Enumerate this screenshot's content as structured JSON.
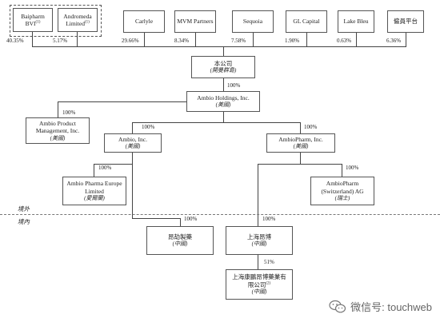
{
  "shareholders": [
    {
      "id": "baipharm",
      "name": "Baipharm BVI",
      "note": "(1)",
      "pct": "40.35%"
    },
    {
      "id": "andromeda",
      "name": "Andromeda Limited",
      "note": "(1)",
      "pct": "5.17%"
    },
    {
      "id": "carlyle",
      "name": "Carlyle",
      "pct": "29.66%"
    },
    {
      "id": "mvm",
      "name": "MVM Partners",
      "pct": "8.34%"
    },
    {
      "id": "sequoia",
      "name": "Sequoia",
      "pct": "7.58%"
    },
    {
      "id": "glcapital",
      "name": "GL Capital",
      "pct": "1.90%"
    },
    {
      "id": "lakebleu",
      "name": "Lake Bleu",
      "pct": "0.63%"
    },
    {
      "id": "esop",
      "name": "僱員平台",
      "pct": "6.36%"
    }
  ],
  "company": {
    "name": "本公司",
    "sub": "(開曼群島)"
  },
  "holdings": {
    "name": "Ambio Holdings, Inc.",
    "sub": "(美國)",
    "pct": "100%"
  },
  "product_mgmt": {
    "name": "Ambio Product Management, Inc.",
    "sub": "(美國)",
    "pct": "100%"
  },
  "ambio_inc": {
    "name": "Ambio, Inc.",
    "sub": "(美國)",
    "pct": "100%"
  },
  "ambiopharm_inc": {
    "name": "AmbioPharm, Inc.",
    "sub": "(美國)",
    "pct": "100%"
  },
  "europe": {
    "name": "Ambio Pharma Europe Limited",
    "sub": "(愛爾蘭)",
    "pct": "100%"
  },
  "swiss": {
    "name": "AmbioPharm (Switzerland) AG",
    "sub": "(瑞士)",
    "pct": "100%"
  },
  "anjie": {
    "name": "昂劼製藥",
    "sub": "(中國)",
    "pct": "100%"
  },
  "shanghai_angbo": {
    "name": "上海昂博",
    "sub": "(中國)",
    "pct": "100%"
  },
  "kangpeng": {
    "name": "上海康鵬昂博藥業有限公司",
    "note": "(2)",
    "sub": "(中國)",
    "pct": "51%"
  },
  "regions": {
    "offshore": "境外",
    "onshore": "境內"
  },
  "watermark": {
    "text": "微信号: touchweb",
    "icon": "wechat-icon"
  }
}
